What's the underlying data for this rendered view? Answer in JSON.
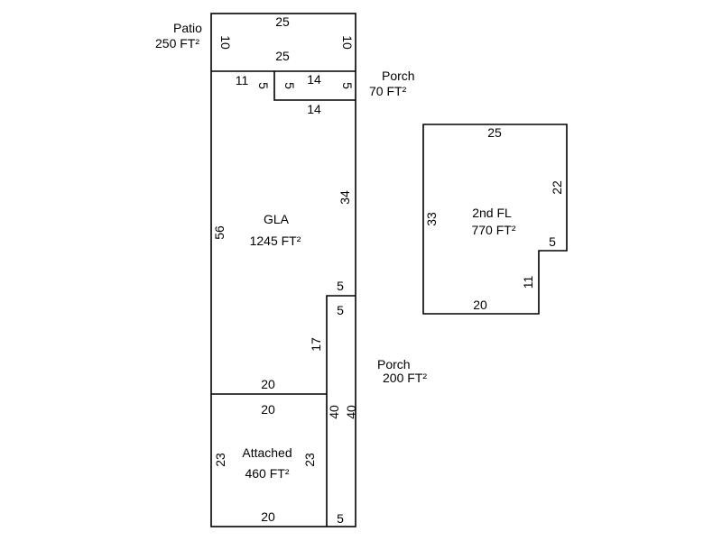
{
  "areas": {
    "patio": {
      "name": "Patio",
      "area": "250 FT²",
      "dims": {
        "top": "25",
        "bottom": "25",
        "left": "10",
        "right": "10"
      }
    },
    "porch_small": {
      "name": "Porch",
      "area": "70 FT²",
      "dims": {
        "top": "14",
        "bottom": "14",
        "left": "5",
        "right": "5",
        "gla_top": "11",
        "gla_step": "5"
      }
    },
    "gla": {
      "name": "GLA",
      "area": "1245 FT²",
      "dims": {
        "left": "56",
        "right": "34",
        "step": "5",
        "bottom": "20",
        "inner": "17"
      }
    },
    "porch_large": {
      "name": "Porch",
      "area": "200 FT²",
      "dims": {
        "top": "5",
        "bottom": "5",
        "left": "40",
        "right": "40"
      }
    },
    "attached": {
      "name": "Attached",
      "area": "460 FT²",
      "dims": {
        "top": "20",
        "bottom": "20",
        "left": "23",
        "right": "23"
      }
    },
    "second_floor": {
      "name": "2nd FL",
      "area": "770 FT²",
      "dims": {
        "top": "25",
        "left": "33",
        "right": "22",
        "step": "5",
        "inner": "11",
        "bottom": "20"
      }
    }
  }
}
